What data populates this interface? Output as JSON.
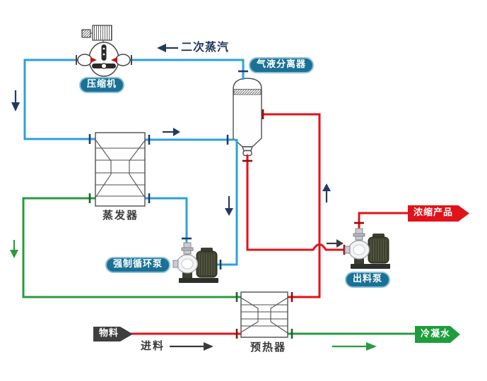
{
  "labels": {
    "secondary_steam": "二次蒸汽",
    "compressor": "压缩机",
    "separator": "气液分离器",
    "evaporator": "蒸发器",
    "circulation_pump": "强制循环泵",
    "discharge_pump": "出料泵",
    "concentrated_product": "浓缩产品",
    "material": "物料",
    "feed": "进料",
    "condensate": "冷凝水",
    "preheater": "预热器"
  },
  "colors": {
    "pipe-blue": "#2ba0dc",
    "pipe-green": "#2a9b3d",
    "pipe-red": "#e2121a",
    "arrow-navy": "#24395f",
    "badge-teal": "#1a7195",
    "badge-border": "#8cc2da",
    "banner-green": "#1d9e3c",
    "banner-dark": "#3f3f3f",
    "text-dark": "#3c3c3c",
    "equip-stroke": "#4f4f4f",
    "tick-blue": "#1c3d6e",
    "tick-red": "#8f0d0d",
    "tick-green": "#186227"
  }
}
